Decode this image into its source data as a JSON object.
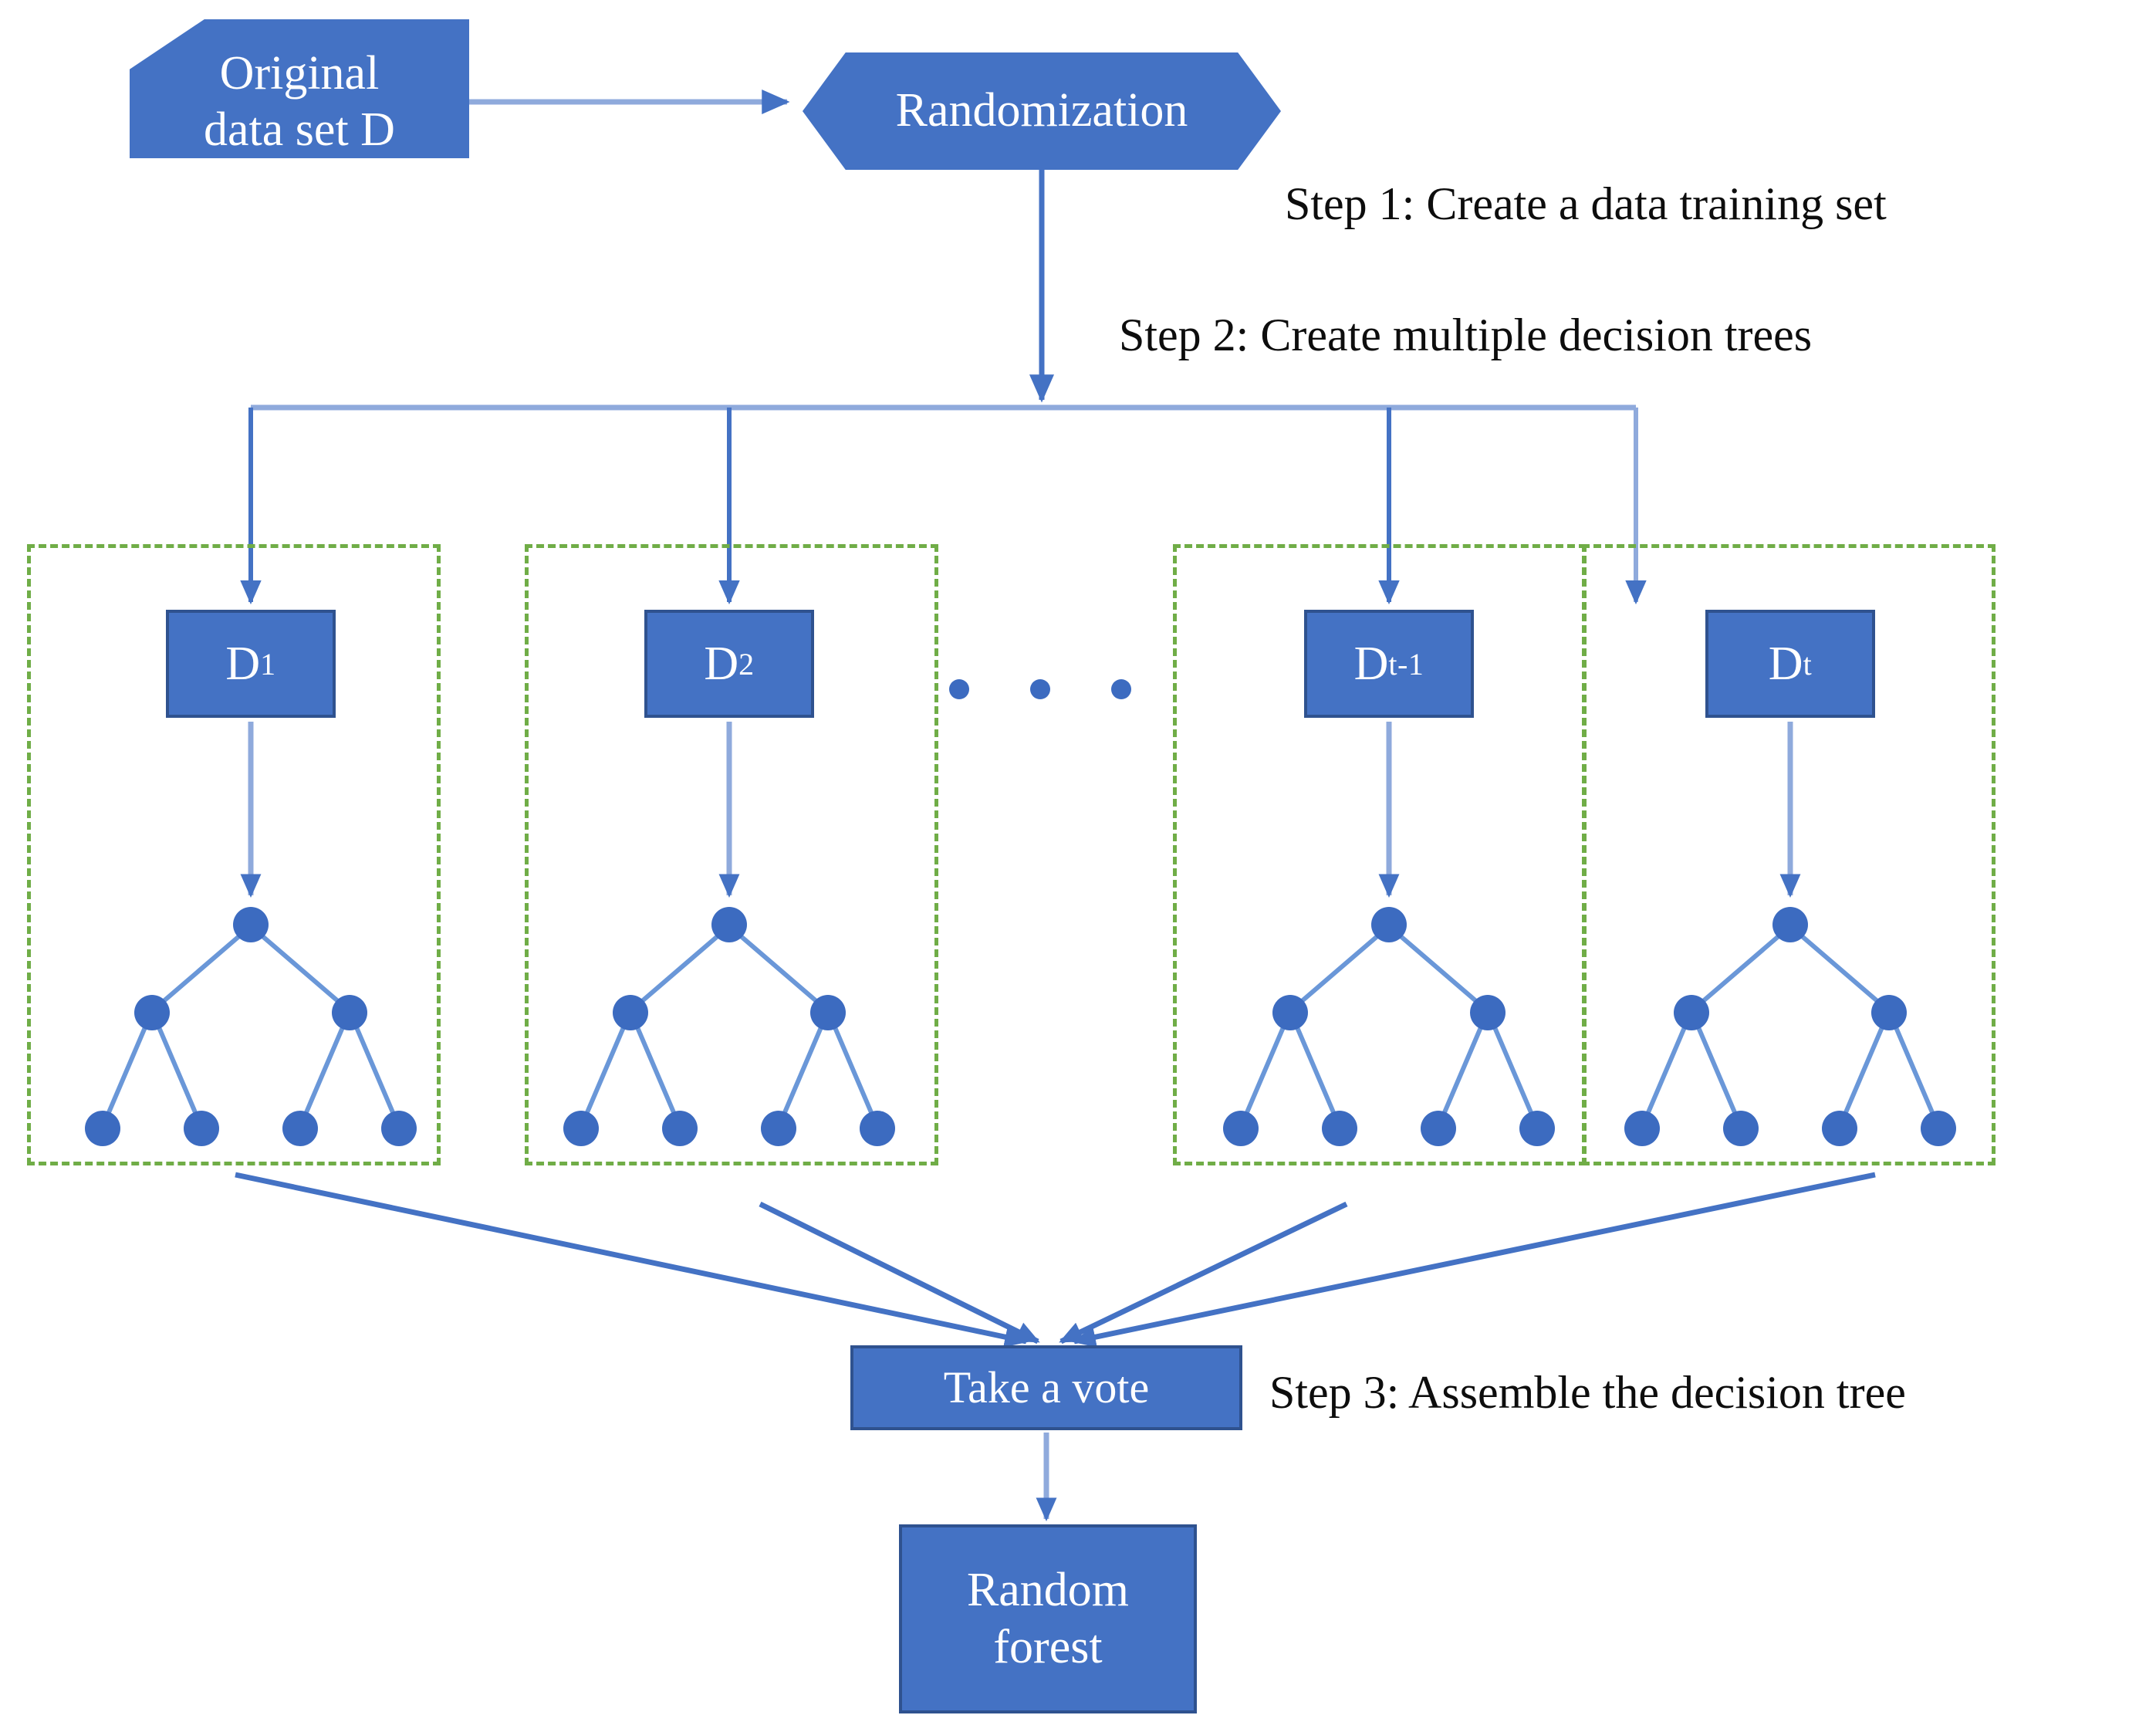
{
  "diagram": {
    "title": "Random Forest construction workflow",
    "colors": {
      "node_fill": "#4472C4",
      "node_border": "#2F528F",
      "panel_dashed": "#70AD47",
      "connector": "#4472C4",
      "text_dark": "#0d0d0d",
      "text_light": "#ffffff"
    }
  },
  "nodes": {
    "original": {
      "line1": "Original",
      "line2": "data set D"
    },
    "randomization": {
      "label": "Randomization"
    },
    "take_a_vote": {
      "label": "Take a vote"
    },
    "random_forest": {
      "line1": "Random",
      "line2": "forest"
    }
  },
  "steps": [
    {
      "id": "step-1",
      "label": "Step 1:  Create a data training  set"
    },
    {
      "id": "step-2",
      "label": "Step 2:  Create multiple  decision  trees"
    },
    {
      "id": "step-3",
      "label": "Step 3:  Assemble  the  decision  tree"
    }
  ],
  "datasets": [
    {
      "id": "d1",
      "base": "D",
      "subscript": "1"
    },
    {
      "id": "d2",
      "base": "D",
      "subscript": "2"
    },
    {
      "id": "dt-1",
      "base": "D",
      "subscript": "t-1"
    },
    {
      "id": "dt",
      "base": "D",
      "subscript": "t"
    }
  ],
  "ellipsis": {
    "dot_count": 3,
    "meaning": "more decision trees omitted"
  },
  "tree": {
    "levels": 3,
    "node_counts": [
      1,
      2,
      4
    ],
    "total_nodes": 7
  }
}
